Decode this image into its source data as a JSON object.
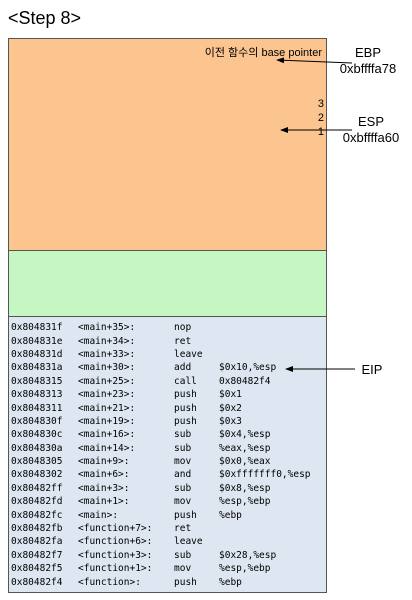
{
  "title": "<Step 8>",
  "stack_annotation": "이전 함수의 base pointer",
  "slot_numbers": [
    "3",
    "2",
    "1"
  ],
  "ebp": {
    "name": "EBP",
    "value": "0xbffffa78"
  },
  "esp": {
    "name": "ESP",
    "value": "0xbffffa60"
  },
  "eip": {
    "name": "EIP"
  },
  "colors": {
    "stack": "#fcc590",
    "green": "#c6f7c3",
    "code": "#dde6f1"
  },
  "instructions": [
    {
      "addr": "0x804831f",
      "label": "<main+35>:",
      "mnemonic": "nop",
      "operands": ""
    },
    {
      "addr": "0x804831e",
      "label": "<main+34>:",
      "mnemonic": "ret",
      "operands": ""
    },
    {
      "addr": "0x804831d",
      "label": "<main+33>:",
      "mnemonic": "leave",
      "operands": ""
    },
    {
      "addr": "0x804831a",
      "label": "<main+30>:",
      "mnemonic": "add",
      "operands": "$0x10,%esp"
    },
    {
      "addr": "0x8048315",
      "label": "<main+25>:",
      "mnemonic": "call",
      "operands": "0x80482f4"
    },
    {
      "addr": "0x8048313",
      "label": "<main+23>:",
      "mnemonic": "push",
      "operands": "$0x1"
    },
    {
      "addr": "0x8048311",
      "label": "<main+21>:",
      "mnemonic": "push",
      "operands": "$0x2"
    },
    {
      "addr": "0x804830f",
      "label": "<main+19>:",
      "mnemonic": "push",
      "operands": "$0x3"
    },
    {
      "addr": "0x804830c",
      "label": "<main+16>:",
      "mnemonic": "sub",
      "operands": "$0x4,%esp"
    },
    {
      "addr": "0x804830a",
      "label": "<main+14>:",
      "mnemonic": "sub",
      "operands": "%eax,%esp"
    },
    {
      "addr": "0x8048305",
      "label": "<main+9>:",
      "mnemonic": "mov",
      "operands": "$0x0,%eax"
    },
    {
      "addr": "0x8048302",
      "label": "<main+6>:",
      "mnemonic": "and",
      "operands": "$0xfffffff0,%esp"
    },
    {
      "addr": "0x80482ff",
      "label": "<main+3>:",
      "mnemonic": "sub",
      "operands": "$0x8,%esp"
    },
    {
      "addr": "0x80482fd",
      "label": "<main+1>:",
      "mnemonic": "mov",
      "operands": "%esp,%ebp"
    },
    {
      "addr": "0x80482fc",
      "label": "<main>:",
      "mnemonic": "push",
      "operands": "%ebp"
    },
    {
      "addr": "0x80482fb",
      "label": "<function+7>:",
      "mnemonic": "ret",
      "operands": ""
    },
    {
      "addr": "0x80482fa",
      "label": "<function+6>:",
      "mnemonic": "leave",
      "operands": ""
    },
    {
      "addr": "0x80482f7",
      "label": "<function+3>:",
      "mnemonic": "sub",
      "operands": "$0x28,%esp"
    },
    {
      "addr": "0x80482f5",
      "label": "<function+1>:",
      "mnemonic": "mov",
      "operands": "%esp,%ebp"
    },
    {
      "addr": "0x80482f4",
      "label": "<function>:",
      "mnemonic": "push",
      "operands": "%ebp"
    }
  ]
}
